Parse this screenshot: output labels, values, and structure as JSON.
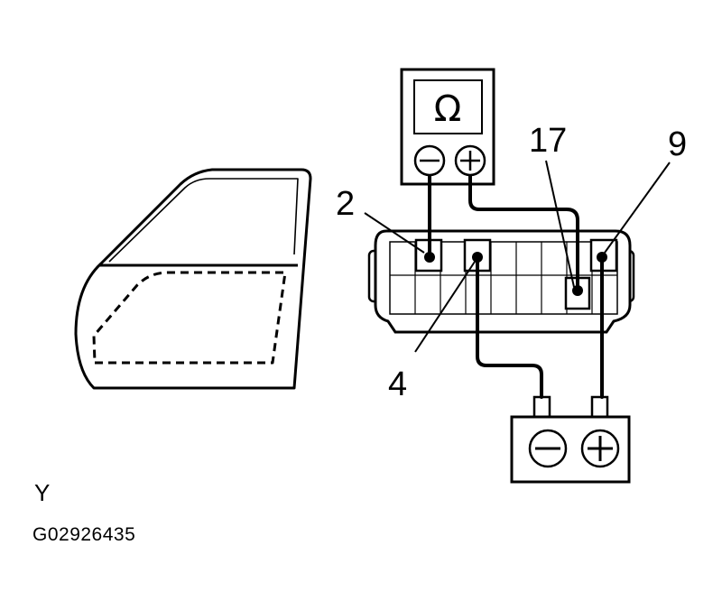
{
  "figure": {
    "view_letter": "Y",
    "figure_id": "G02926435"
  },
  "ohmmeter": {
    "symbol": "Ω",
    "neg_symbol": "−",
    "pos_symbol": "+"
  },
  "battery": {
    "neg_symbol": "−",
    "pos_symbol": "+"
  },
  "pins": {
    "pin_2": "2",
    "pin_4": "4",
    "pin_17": "17",
    "pin_9": "9"
  },
  "colors": {
    "line": "#000000",
    "background": "#ffffff"
  }
}
